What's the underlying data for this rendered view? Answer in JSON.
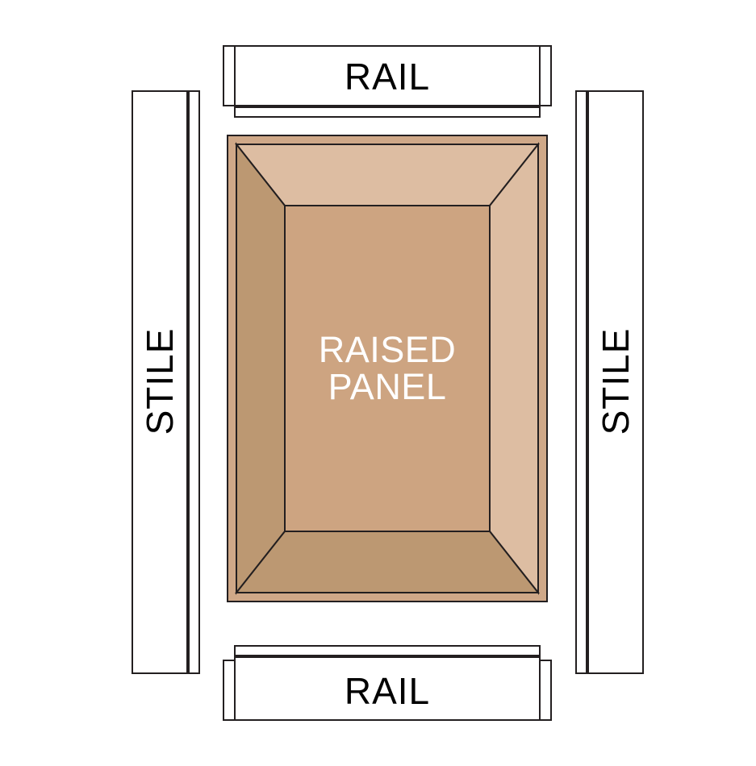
{
  "diagram": {
    "title": "Cabinet Door Frame and Raised Panel Exploded Diagram",
    "background_color": "#ffffff",
    "outline_color": "#231f20"
  },
  "parts": {
    "top_rail": {
      "label": "RAIL",
      "name": "top-rail",
      "orientation": "horizontal",
      "position": "top"
    },
    "bottom_rail": {
      "label": "RAIL",
      "name": "bottom-rail",
      "orientation": "horizontal",
      "position": "bottom"
    },
    "left_stile": {
      "label": "STILE",
      "name": "left-stile",
      "orientation": "vertical",
      "position": "left"
    },
    "right_stile": {
      "label": "STILE",
      "name": "right-stile",
      "orientation": "vertical",
      "position": "right"
    },
    "panel": {
      "label_line1": "RAISED",
      "label_line2": "PANEL",
      "name": "raised-panel",
      "text_color": "#ffffff"
    }
  },
  "colors": {
    "outline": "#231f20",
    "panel_edge_band": "#CFA888",
    "panel_bevel_top": "#DDBDA2",
    "panel_bevel_right": "#DDBDA2",
    "panel_bevel_left": "#BC9872",
    "panel_bevel_bottom": "#BC9872",
    "panel_center_field": "#CDA481",
    "part_fill": "#ffffff"
  }
}
